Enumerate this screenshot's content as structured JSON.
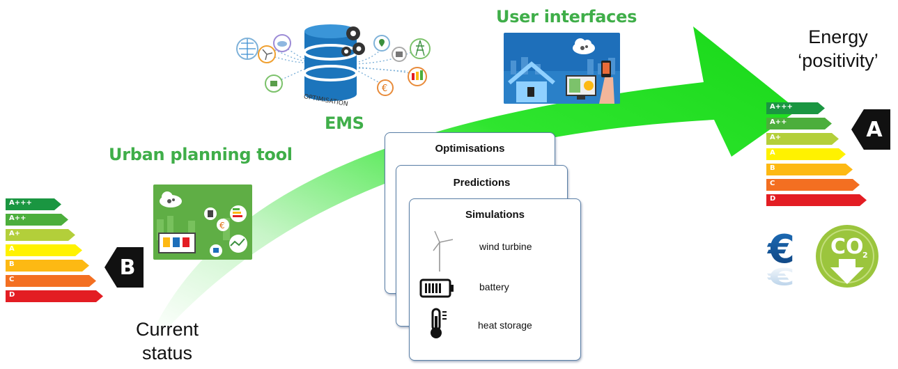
{
  "headings": {
    "user_interfaces": "User interfaces",
    "ems": "EMS",
    "urban_planning": "Urban planning tool"
  },
  "labels": {
    "current_status_line1": "Current",
    "current_status_line2": "status",
    "energy_positivity_line1": "Energy",
    "energy_positivity_line2": "‘positivity’"
  },
  "ems_graphic_text": "OPTIMISATION",
  "energy_classes": [
    "A+++",
    "A++",
    "A+",
    "A",
    "B",
    "C",
    "D"
  ],
  "energy_class_colors": [
    "#1a9641",
    "#4cae3c",
    "#b3cf3a",
    "#fff200",
    "#fdb913",
    "#f36f21",
    "#e31d23"
  ],
  "rating_current": "B",
  "rating_target": "A",
  "cards": {
    "optimisations": "Optimisations",
    "predictions": "Predictions",
    "simulations": "Simulations",
    "items": [
      {
        "label": "wind turbine",
        "icon": "wind-turbine-icon"
      },
      {
        "label": "battery",
        "icon": "battery-icon"
      },
      {
        "label": "heat storage",
        "icon": "thermometer-icon"
      }
    ]
  },
  "badges": {
    "euro": "€",
    "co2": "CO",
    "co2_sub": "2"
  },
  "colors": {
    "arrow_green": "#22e622",
    "heading_green": "#3fae49",
    "tile_blue": "#1e6fba",
    "tile_green": "#5fae45"
  }
}
